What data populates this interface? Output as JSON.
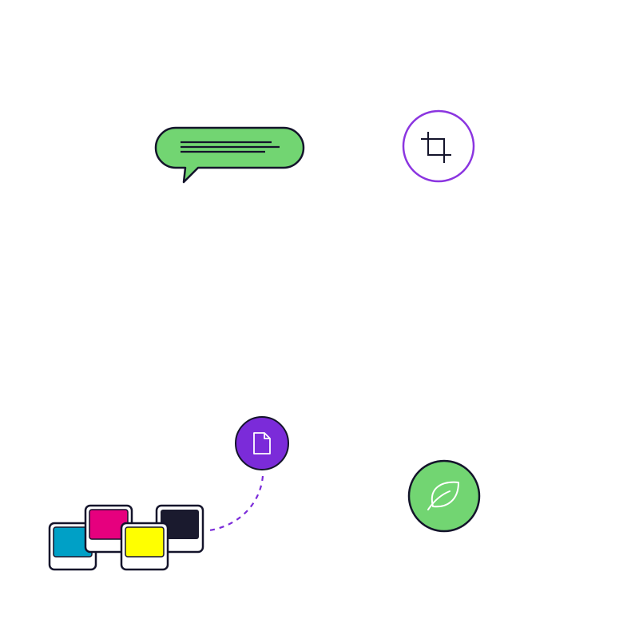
{
  "colors": {
    "background": "#ffffff",
    "outline": "#14142b",
    "green": "#72d572",
    "purple": "#7b2bd9",
    "purple_ring": "#8b35e0",
    "cyan": "#00a0c6",
    "magenta": "#e6007e",
    "yellow": "#ffff00",
    "black": "#1a1a2e",
    "white": "#ffffff"
  },
  "icons": {
    "speech_bubble": "speech-bubble-icon",
    "crop": "crop-icon",
    "document": "document-icon",
    "leaf": "leaf-icon",
    "swatches": [
      "cyan-swatch",
      "magenta-swatch",
      "yellow-swatch",
      "black-swatch"
    ]
  }
}
